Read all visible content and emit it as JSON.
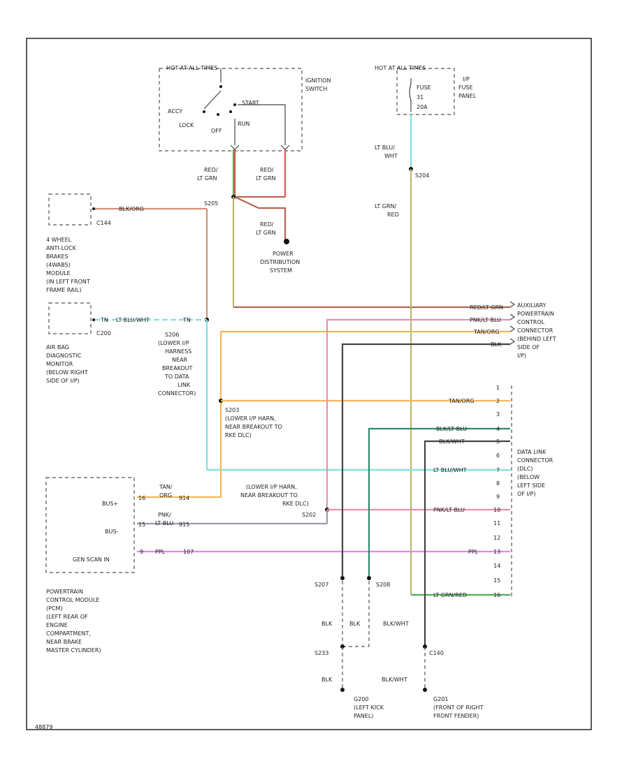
{
  "diagram": {
    "ignition": {
      "header": "HOT AT ALL TIMES",
      "name": [
        "IGNITION",
        "SWITCH"
      ],
      "acc": "ACCY",
      "lock": "LOCK",
      "off": "OFF",
      "run": "RUN",
      "start": "START"
    },
    "fuse_panel": {
      "header": "HOT AT ALL TIMES",
      "name": [
        "I/P",
        "FUSE",
        "PANEL"
      ],
      "fuse": [
        "FUSE",
        "31",
        "20A"
      ]
    },
    "wires": {
      "red_lt_grn_1": [
        "RED/",
        "LT GRN"
      ],
      "red_lt_grn_2": [
        "RED/",
        "LT GRN"
      ],
      "red_lt_grn_3": [
        "RED/",
        "LT GRN"
      ],
      "lt_blu_wht": [
        "LT BLU/",
        "WHT"
      ],
      "lt_grn_red": [
        "LT GRN/",
        "RED"
      ],
      "blk_org": "BLK/ORG",
      "tan_wht_d_1": "TN",
      "lt_blu_wht_h": "LT BLU/WHT",
      "tan_wht_d_2": "TN"
    },
    "splices": {
      "s204": "S204",
      "s205": "S205",
      "s206": [
        "S206",
        "(LOWER I/P",
        "HARNESS",
        "NEAR",
        "BREAKOUT",
        "TO DATA",
        "LINK",
        "CONNECTOR)"
      ],
      "s203": [
        "S203",
        "(LOWER I/P HARN,",
        "NEAR BREAKOUT TO",
        "RKE DLC)"
      ],
      "s202": [
        "(LOWER I/P HARN,",
        "NEAR BREAKOUT TO",
        "RKE DLC)",
        "S202"
      ],
      "s207": "S207",
      "s208": "S208",
      "s233": "S233",
      "c144": "C144",
      "c200": "C200",
      "c140": "C140"
    },
    "abs": [
      "4 WHEEL",
      "ANTI-LOCK",
      "BRAKES",
      "(4WABS)",
      "MODULE",
      "(IN LEFT FRONT",
      "FRAME RAIL)"
    ],
    "airbag": [
      "AIR BAG",
      "DIAGNOSTIC",
      "MONITOR",
      "(BELOW RIGHT",
      "SIDE OF I/P)"
    ],
    "pds": [
      "POWER",
      "DISTRIBUTION",
      "SYSTEM"
    ],
    "aux": {
      "title": [
        "AUXILIARY",
        "POWERTRAIN",
        "CONTROL",
        "CONNECTOR",
        "(BEHIND LEFT",
        "SIDE OF",
        "I/P)"
      ],
      "pins": [
        "RED/LT GRN",
        "PNK/LT BLU",
        "TAN/ORG",
        "BLK"
      ]
    },
    "dlc": {
      "title": [
        "DATA LINK",
        "CONNECTOR",
        "(DLC)",
        "(BELOW",
        "LEFT SIDE",
        "OF I/P)"
      ],
      "pins": [
        "1",
        "2",
        "3",
        "4",
        "5",
        "6",
        "7",
        "8",
        "9",
        "10",
        "11",
        "12",
        "13",
        "14",
        "15",
        "16"
      ],
      "wire_tan_org": "TAN/ORG",
      "wire_blk_lt_blu": "BLK/LT BLU",
      "wire_blk_wht": "BLK/WHT",
      "wire_lt_blu_wht": "LT BLU/WHT",
      "wire_pnk_lt_blu": "PNK/LT BLU",
      "wire_ppl": "PPL",
      "wire_lt_grn_red": "LT GRN/RED"
    },
    "pcm": {
      "pin_bus_pos": "BUS+",
      "pin_bus_neg": "BUS-",
      "pin_gen": "GEN SCAN IN",
      "pin16": "16",
      "pin15": "15",
      "pin9": "9",
      "wire_tan_org": [
        "TAN/",
        "ORG"
      ],
      "wire_pnk_lt_blu": [
        "PNK/",
        "LT BLU"
      ],
      "wire_ppl": "PPL",
      "code_914": "914",
      "code_915": "915",
      "code_107": "107",
      "title": [
        "POWERTRAIN",
        "CONTROL MODULE",
        "(PCM)",
        "(LEFT REAR OF",
        "ENGINE",
        "COMPARTMENT,",
        "NEAR BRAKE",
        "MASTER CYLINDER)"
      ]
    },
    "grounds": {
      "blk_1": "BLK",
      "blk_2": "BLK",
      "blk_3": "BLK",
      "blk_wht_1": "BLK/WHT",
      "blk_wht_2": "BLK/WHT",
      "g200": [
        "G200",
        "(LEFT KICK",
        "PANEL)"
      ],
      "g201": [
        "G201",
        "(FRONT OF RIGHT",
        "FRONT FENDER)"
      ]
    },
    "ref": "48879"
  },
  "colors": {
    "red": "#e05050",
    "lt_grn": "#4caf50",
    "red_lt_grn": "#b5654f",
    "orange_brown": "#d2917a",
    "lt_blu_wht": "#80e0e0",
    "lt_grn_red": "#b8b86a",
    "tan_org": "#f5b75a",
    "pnk_lt_blu": "#e591b0",
    "ppl": "#f080f0",
    "blk": "#444444",
    "blk_lt_blu": "#2e8b6e",
    "gray": "#9a9aaa"
  }
}
